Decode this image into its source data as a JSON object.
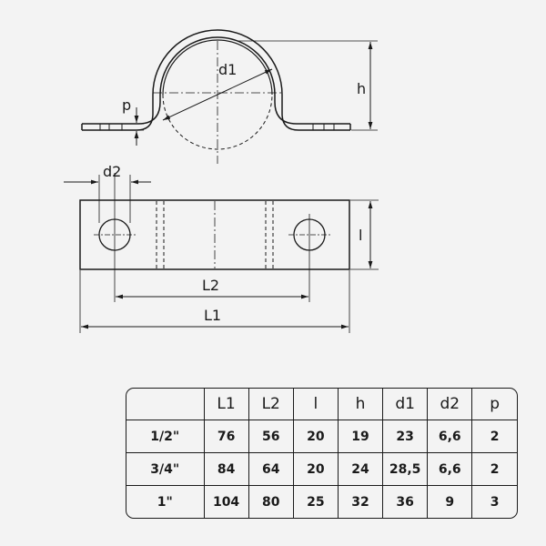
{
  "drawing": {
    "labels": {
      "d1": "d1",
      "h": "h",
      "p": "p",
      "d2": "d2",
      "l": "l",
      "L2": "L2",
      "L1": "L1"
    }
  },
  "table": {
    "columns": [
      "",
      "L1",
      "L2",
      "l",
      "h",
      "d1",
      "d2",
      "p"
    ],
    "rows": [
      {
        "size": "1/2\"",
        "values": [
          "76",
          "56",
          "20",
          "19",
          "23",
          "6,6",
          "2"
        ]
      },
      {
        "size": "3/4\"",
        "values": [
          "84",
          "64",
          "20",
          "24",
          "28,5",
          "6,6",
          "2"
        ]
      },
      {
        "size": "1\"",
        "values": [
          "104",
          "80",
          "25",
          "32",
          "36",
          "9",
          "3"
        ]
      }
    ]
  }
}
